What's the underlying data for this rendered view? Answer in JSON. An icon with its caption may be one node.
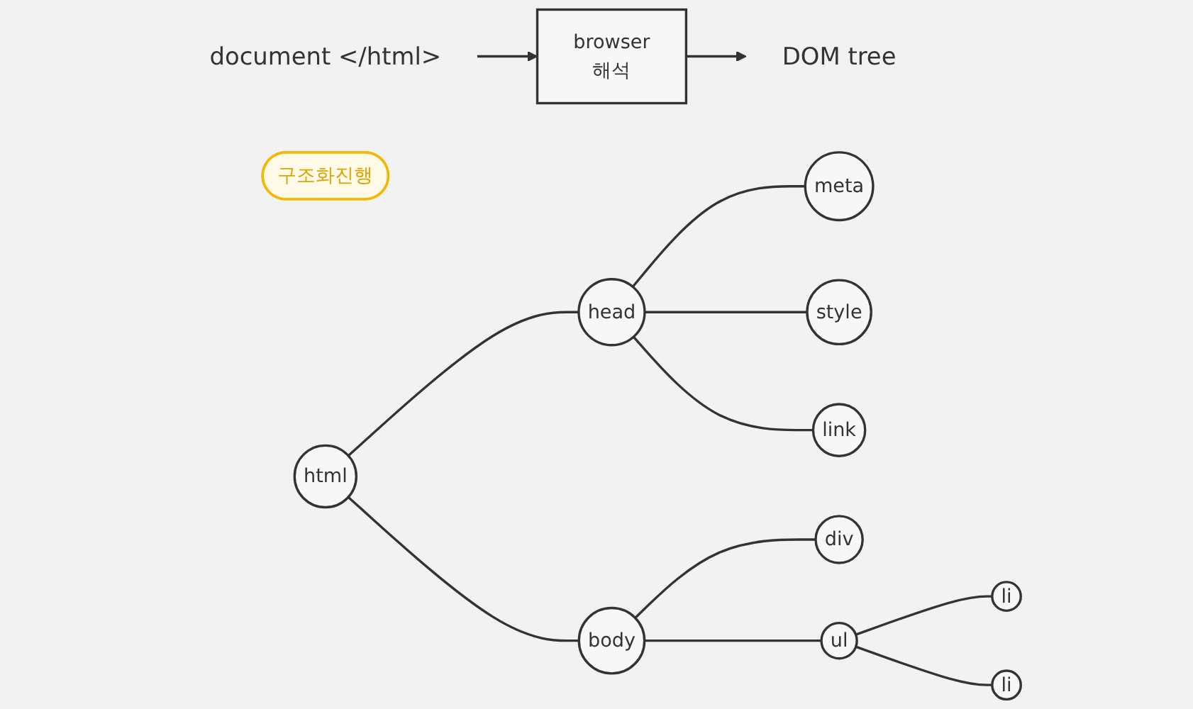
{
  "diagram": {
    "nodes": [
      {
        "text": [
          "document </html>"
        ]
      },
      {
        "text": [
          "browser",
          "해석"
        ]
      },
      {
        "text": [
          "구조화진행"
        ]
      },
      {
        "text": [
          "DOM tree"
        ]
      },
      {
        "text": [
          "html"
        ]
      },
      {
        "text": [
          "head"
        ]
      },
      {
        "text": [
          "body"
        ]
      },
      {
        "text": [
          "meta"
        ]
      },
      {
        "text": [
          "style"
        ]
      },
      {
        "text": [
          "link"
        ]
      },
      {
        "text": [
          "div"
        ]
      },
      {
        "text": [
          "ul"
        ]
      },
      {
        "text": [
          "li"
        ]
      },
      {
        "text": [
          "li"
        ]
      }
    ],
    "edges": [
      {
        "from": 0,
        "to": 1,
        "arrow": "to"
      },
      {
        "from": 1,
        "to": 3,
        "arrow": "to"
      },
      {
        "from": 4,
        "to": 5,
        "arrow": "none"
      },
      {
        "from": 4,
        "to": 6,
        "arrow": "none"
      },
      {
        "from": 5,
        "to": 7,
        "arrow": "none"
      },
      {
        "from": 5,
        "to": 8,
        "arrow": "none"
      },
      {
        "from": 5,
        "to": 9,
        "arrow": "none"
      },
      {
        "from": 6,
        "to": 10,
        "arrow": "none"
      },
      {
        "from": 6,
        "to": 11,
        "arrow": "none"
      },
      {
        "from": 11,
        "to": 12,
        "arrow": "none"
      },
      {
        "from": 11,
        "to": 13,
        "arrow": "none"
      }
    ]
  }
}
